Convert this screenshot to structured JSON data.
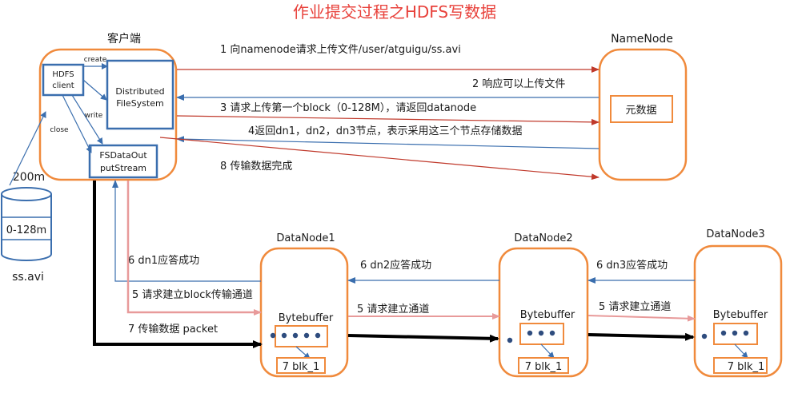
{
  "title": "作业提交过程之HDFS写数据",
  "client": {
    "label": "客户端",
    "hdfs_client": [
      "HDFS",
      "client"
    ],
    "dfs": [
      "Distributed",
      "FileSystem"
    ],
    "fsdos": [
      "FSDataOut",
      "putStream"
    ],
    "create": "create",
    "write": "write",
    "close": "close"
  },
  "namenode": {
    "label": "NameNode",
    "meta": "元数据"
  },
  "file": {
    "size": "200m",
    "range": "0-128m",
    "name": "ss.avi"
  },
  "datanodes": [
    {
      "label": "DataNode1",
      "buffer": "Bytebuffer",
      "blk": "7 blk_1"
    },
    {
      "label": "DataNode2",
      "buffer": "Bytebuffer",
      "blk": "7 blk_1"
    },
    {
      "label": "DataNode3",
      "buffer": "Bytebuffer",
      "blk": "7 blk_1"
    }
  ],
  "steps": {
    "s1": "1 向namenode请求上传文件/user/atguigu/ss.avi",
    "s2": "2 响应可以上传文件",
    "s3": "3 请求上传第一个block（0-128M），请返回datanode",
    "s4": "4返回dn1，dn2，dn3节点，表示采用这三个节点存储数据",
    "s8": "8 传输数据完成",
    "s6a": "6 dn1应答成功",
    "s5a": "5 请求建立block传输通道",
    "s7": "7 传输数据  packet",
    "s6b": "6 dn2应答成功",
    "s5b": "5 请求建立通道",
    "s6c": "6 dn3应答成功",
    "s5c": "5 请求建立通道"
  },
  "colors": {
    "orange": "#f08a3c",
    "blue": "#3a6eae",
    "red": "#c0392b",
    "pink": "#e89a9a",
    "title": "#e8403a",
    "black": "#000000"
  }
}
